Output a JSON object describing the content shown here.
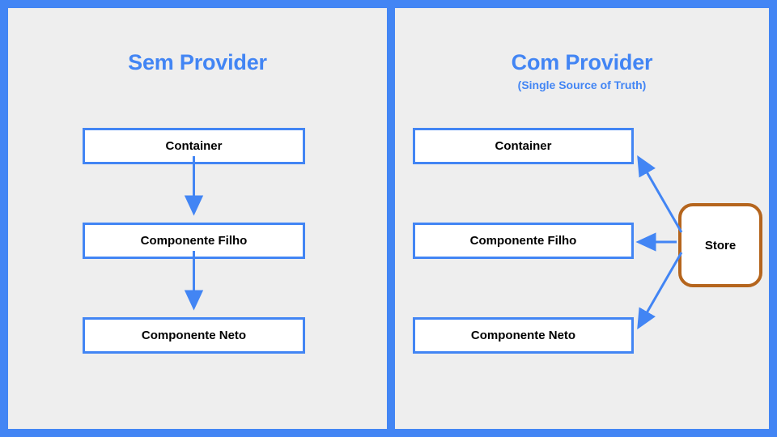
{
  "diagram": {
    "background_color": "#4285f4",
    "panel_color": "#eeeeee",
    "accent_blue": "#4285f4",
    "store_border_color": "#b5651d",
    "node_text_color": "#000000"
  },
  "left_panel": {
    "title": "Sem Provider",
    "nodes": [
      {
        "label": "Container"
      },
      {
        "label": "Componente Filho"
      },
      {
        "label": "Componente Neto"
      }
    ],
    "connectors": [
      {
        "from": "Container",
        "to": "Componente Filho",
        "style": "vertical-arrow-down"
      },
      {
        "from": "Componente Filho",
        "to": "Componente Neto",
        "style": "vertical-arrow-down"
      }
    ]
  },
  "right_panel": {
    "title": "Com Provider",
    "subtitle": "(Single Source of Truth)",
    "nodes": [
      {
        "label": "Container"
      },
      {
        "label": "Componente Filho"
      },
      {
        "label": "Componente Neto"
      }
    ],
    "store": {
      "label": "Store"
    },
    "connectors": [
      {
        "from": "Store",
        "to": "Container",
        "style": "diagonal-arrow-up-left"
      },
      {
        "from": "Store",
        "to": "Componente Filho",
        "style": "horizontal-arrow-left"
      },
      {
        "from": "Store",
        "to": "Componente Neto",
        "style": "diagonal-arrow-down-left"
      }
    ]
  }
}
